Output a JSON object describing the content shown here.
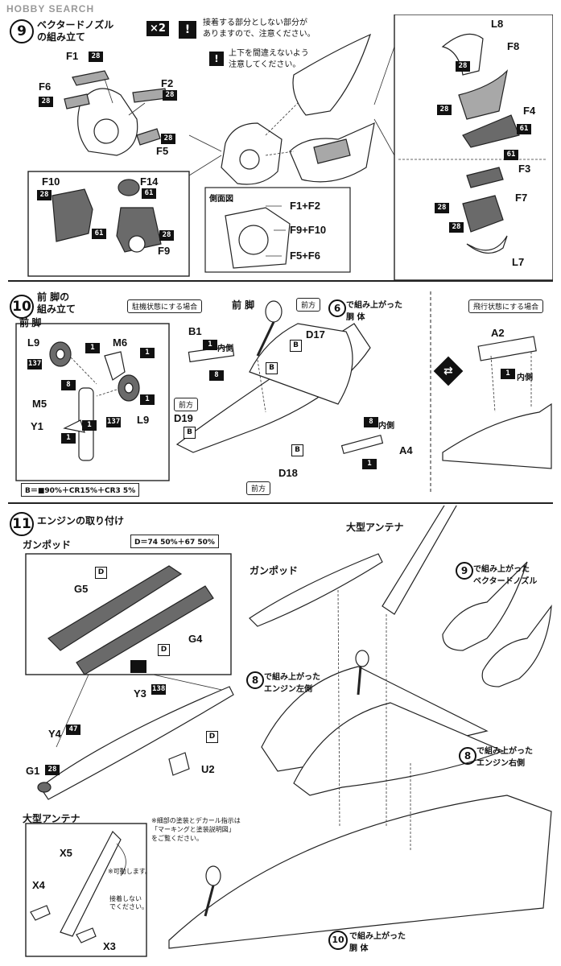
{
  "watermark": "HOBBY SEARCH",
  "step9": {
    "number": "9",
    "title": "ベクタードノズル\nの組み立て",
    "multiplier": "×2",
    "note1": "接着する部分としない部分が\nありますので、注意ください。",
    "note2": "上下を間違えないよう\n注意してください。",
    "side_view_title": "側面図",
    "side_view_labels": [
      "F1+F2",
      "F9+F10",
      "F5+F6"
    ],
    "parts": [
      "F1",
      "F2",
      "F6",
      "F5",
      "F10",
      "F14",
      "F9",
      "L8",
      "F8",
      "F4",
      "F3",
      "F7",
      "L7"
    ],
    "codes": [
      "28",
      "28",
      "28",
      "28",
      "28",
      "61",
      "61",
      "28",
      "28",
      "28",
      "61",
      "61",
      "28",
      "28"
    ]
  },
  "step10": {
    "number": "10",
    "title": "前 脚の\n組み立て",
    "subtitle": "前 脚",
    "parked_label": "駐機状態にする場合",
    "flight_label": "飛行状態にする場合",
    "front_label": "前 脚",
    "body_label": "で組み上がった\n胴 体",
    "body_ref": "6",
    "forward": "前方",
    "inner": "内側",
    "paint_formula": "＝■90%＋CR15%＋CR3 5%",
    "paint_b": "B",
    "parts": [
      "L9",
      "M6",
      "M5",
      "Y1",
      "L9",
      "B1",
      "D17",
      "D19",
      "D18",
      "A4",
      "A2"
    ],
    "codes": [
      "137",
      "1",
      "8",
      "1",
      "1",
      "137",
      "1",
      "1",
      "1",
      "8",
      "8",
      "1",
      "1"
    ]
  },
  "step11": {
    "number": "11",
    "title": "エンジンの取り付け",
    "gunpod_label": "ガンポッド",
    "antenna_label": "大型アンテナ",
    "paint_formula": "＝74 50%＋67 50%",
    "paint_d": "D",
    "nozzle_label": "で組み上がった\nベクタードノズル",
    "nozzle_ref": "9",
    "engine_left_label": "で組み上がった\nエンジン左側",
    "engine_left_ref": "8",
    "engine_right_label": "で組み上がった\nエンジン右側",
    "engine_right_ref": "8",
    "body_label": "で組み上がった\n胴 体",
    "body_ref": "10",
    "movable": "※可動します。",
    "no_glue": "接着しない\nでください。",
    "decal_note": "※細部の塗装とデカール指示は\n「マーキングと塗装説明図」\nをご覧ください。",
    "parts": [
      "G5",
      "G4",
      "Y3",
      "Y4",
      "G1",
      "U2",
      "X5",
      "X4",
      "X3"
    ],
    "codes": [
      "138",
      "47",
      "28"
    ]
  }
}
